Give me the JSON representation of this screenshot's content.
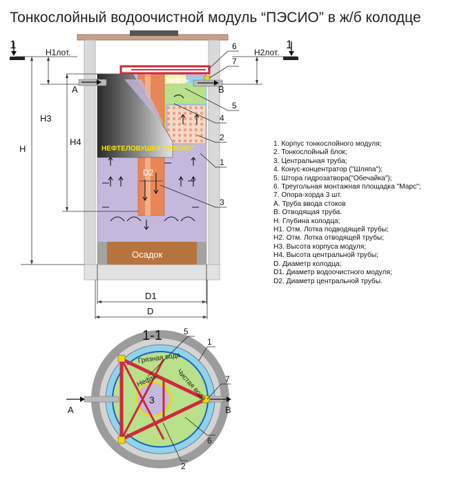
{
  "title": "Тонкослойный водоочистной модуль “ПЭСИО” в ж/б колодце",
  "legend": [
    "1. Корпус тонкослойного модуля;",
    "2. Тонкослойный блок;",
    "3. Центральная труба;",
    "4. Конус-концентратор (\"Шляпа\");",
    "5. Штора гидрозатвора(\"Обечайка\");",
    "6. Треугольная монтажная площадка \"Марс\";",
    "7. Опора-хорда 3 шт.",
    "А. Труба ввода стоков",
    "В. Отводящая труба.",
    "Н. Глубина колодца;",
    "Н1. Отм. Лотка подводящей трубы;",
    "Н2. Отм. Лотка отводящей трубы;",
    "Н3. Высота корпуса модуля;",
    "Н4. Высота центральной трубы;",
    "D. Диаметр колодца;",
    "D1. Диаметр водоочистного модуля;",
    "D2. Диаметр центральной трубы."
  ],
  "side": {
    "level_mark": "1",
    "h1": "Н1лот.",
    "h2": "Н2лот.",
    "h": "Н",
    "h3": "Н3",
    "h4": "Н4",
    "inlet": "А",
    "outlet": "В",
    "oil": "Нефть",
    "trap_name": "НЕФТЕЛОВУШКА \"ПЭСИО\"",
    "pipe_d": "D2",
    "sediment": "Осадок",
    "dim_d1": "D1",
    "dim_d": "D",
    "callouts": [
      "6",
      "7",
      "5",
      "4",
      "2",
      "1",
      "3"
    ]
  },
  "plan": {
    "section": "1-1",
    "dirty_water": "Грязная вода",
    "clean_water": "Чистая вода",
    "oil": "Нефть",
    "center": "3",
    "inlet": "А",
    "outlet": "В",
    "callouts": [
      "5",
      "1",
      "7",
      "6",
      "2"
    ]
  },
  "colors": {
    "concrete": "#d9d9d9",
    "water": "#c4b9dd",
    "pipe": "#e8865a",
    "sediment": "#b8743e",
    "steel_frame": "#d0283a",
    "green_zone": "#b9e08a",
    "blue_zone": "#8fd3ec",
    "oil_zone": "#f4f2b0",
    "lid": "#c9a089"
  }
}
